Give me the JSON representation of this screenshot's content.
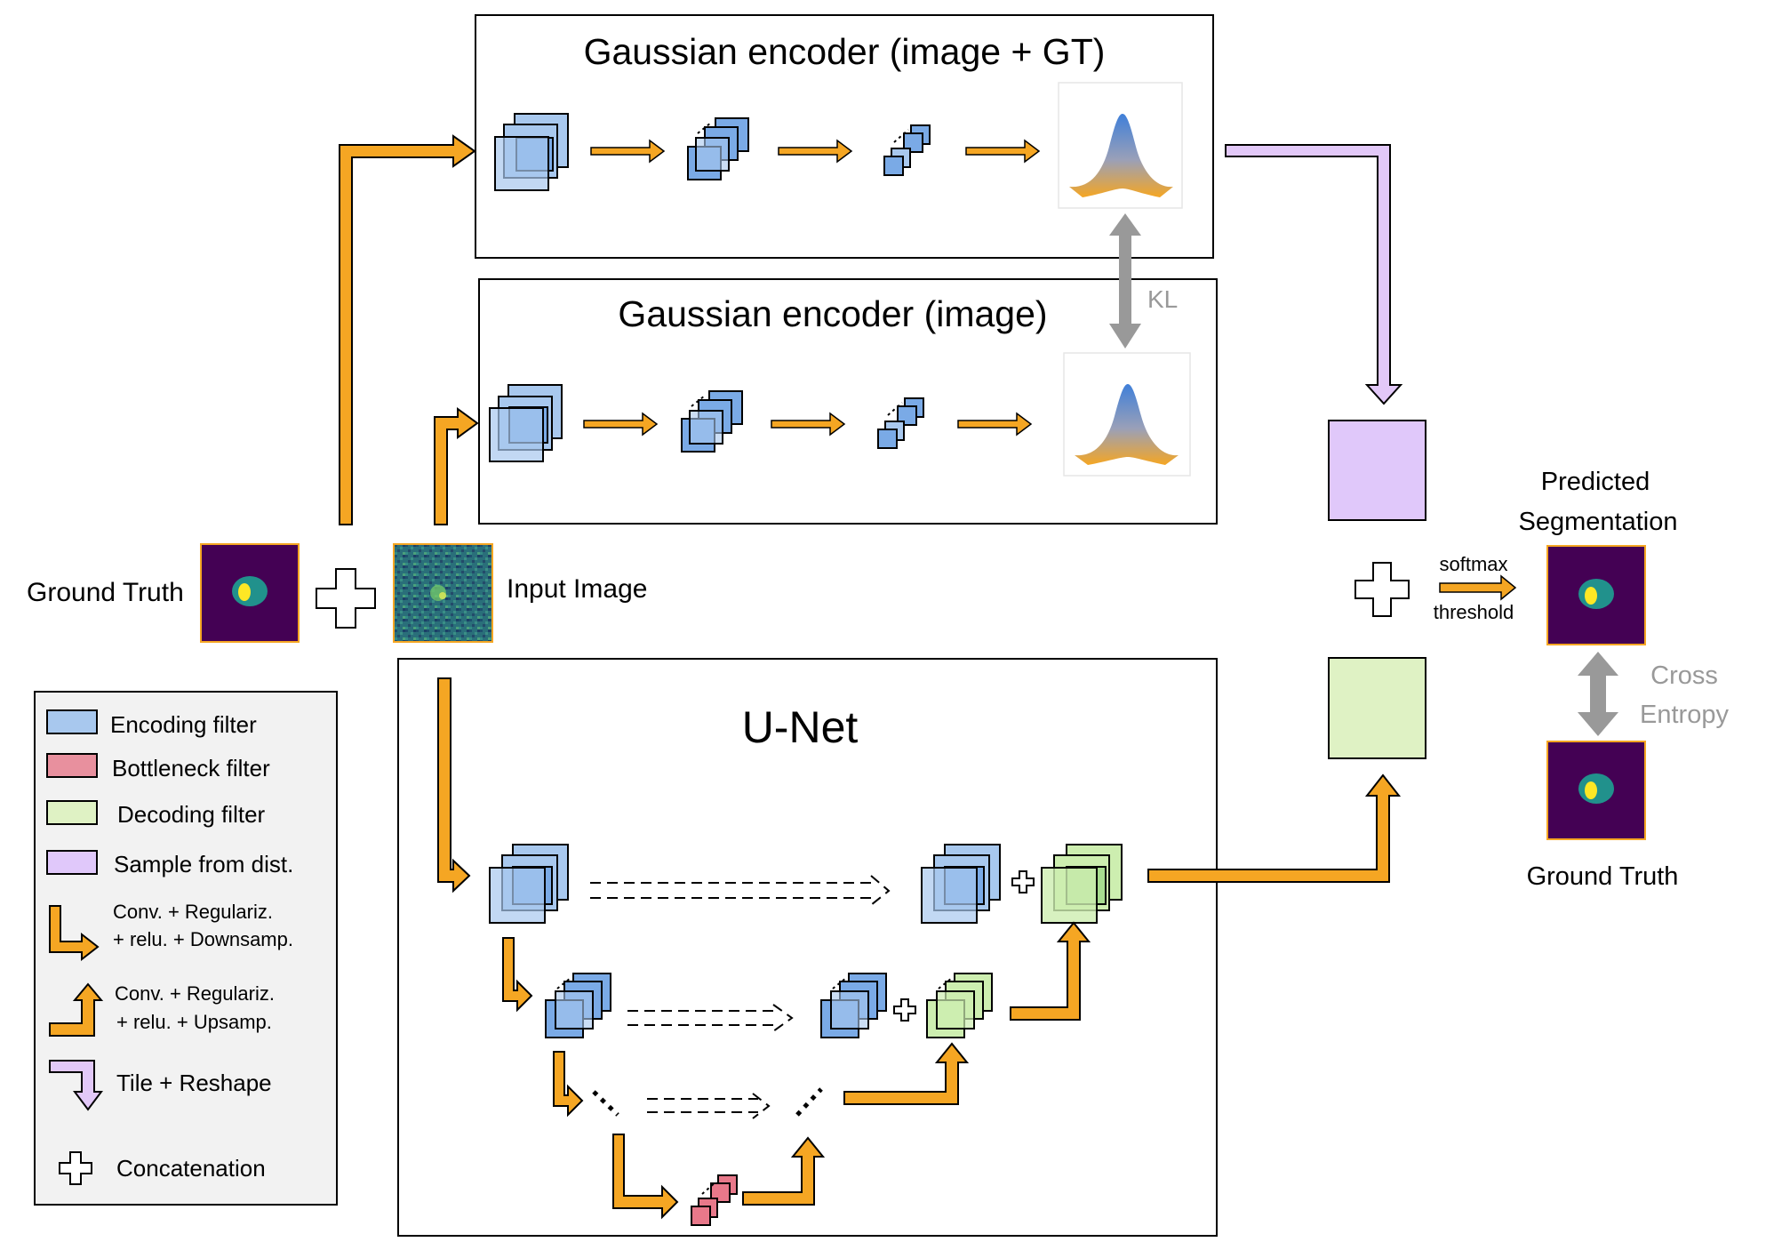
{
  "panels": {
    "encoder_gt_title": "Gaussian encoder (image + GT)",
    "encoder_img_title": "Gaussian encoder (image)",
    "unet_title": "U-Net"
  },
  "labels": {
    "ground_truth_input": "Ground Truth",
    "input_image": "Input Image",
    "kl": "KL",
    "softmax": "softmax",
    "threshold": "threshold",
    "predicted_line1": "Predicted",
    "predicted_line2": "Segmentation",
    "cross_line1": "Cross",
    "cross_line2": "Entropy",
    "ground_truth_output": "Ground Truth"
  },
  "legend": {
    "encoding": "Encoding filter",
    "bottleneck": "Bottleneck filter",
    "decoding": "Decoding filter",
    "sample": "Sample from dist.",
    "down_line1": "Conv. + Regulariz.",
    "down_line2": "+ relu. + Downsamp.",
    "up_line1": "Conv. + Regulariz.",
    "up_line2": "+ relu. + Upsamp.",
    "tile": "Tile + Reshape",
    "concat": "Concatenation"
  },
  "colors": {
    "encoding": "#a8c8ee",
    "encoding_dark": "#7aaae6",
    "bottleneck": "#e8788a",
    "decoding": "#cdeeb0",
    "sample": "#e0c8fa",
    "arrow_orange": "#f5a623",
    "arrow_purple": "#e2c8f8",
    "double_arrow_gray": "#999999",
    "segmentation_bg": "#440154",
    "segmentation_region": "#21918c",
    "segmentation_core": "#fde725"
  }
}
